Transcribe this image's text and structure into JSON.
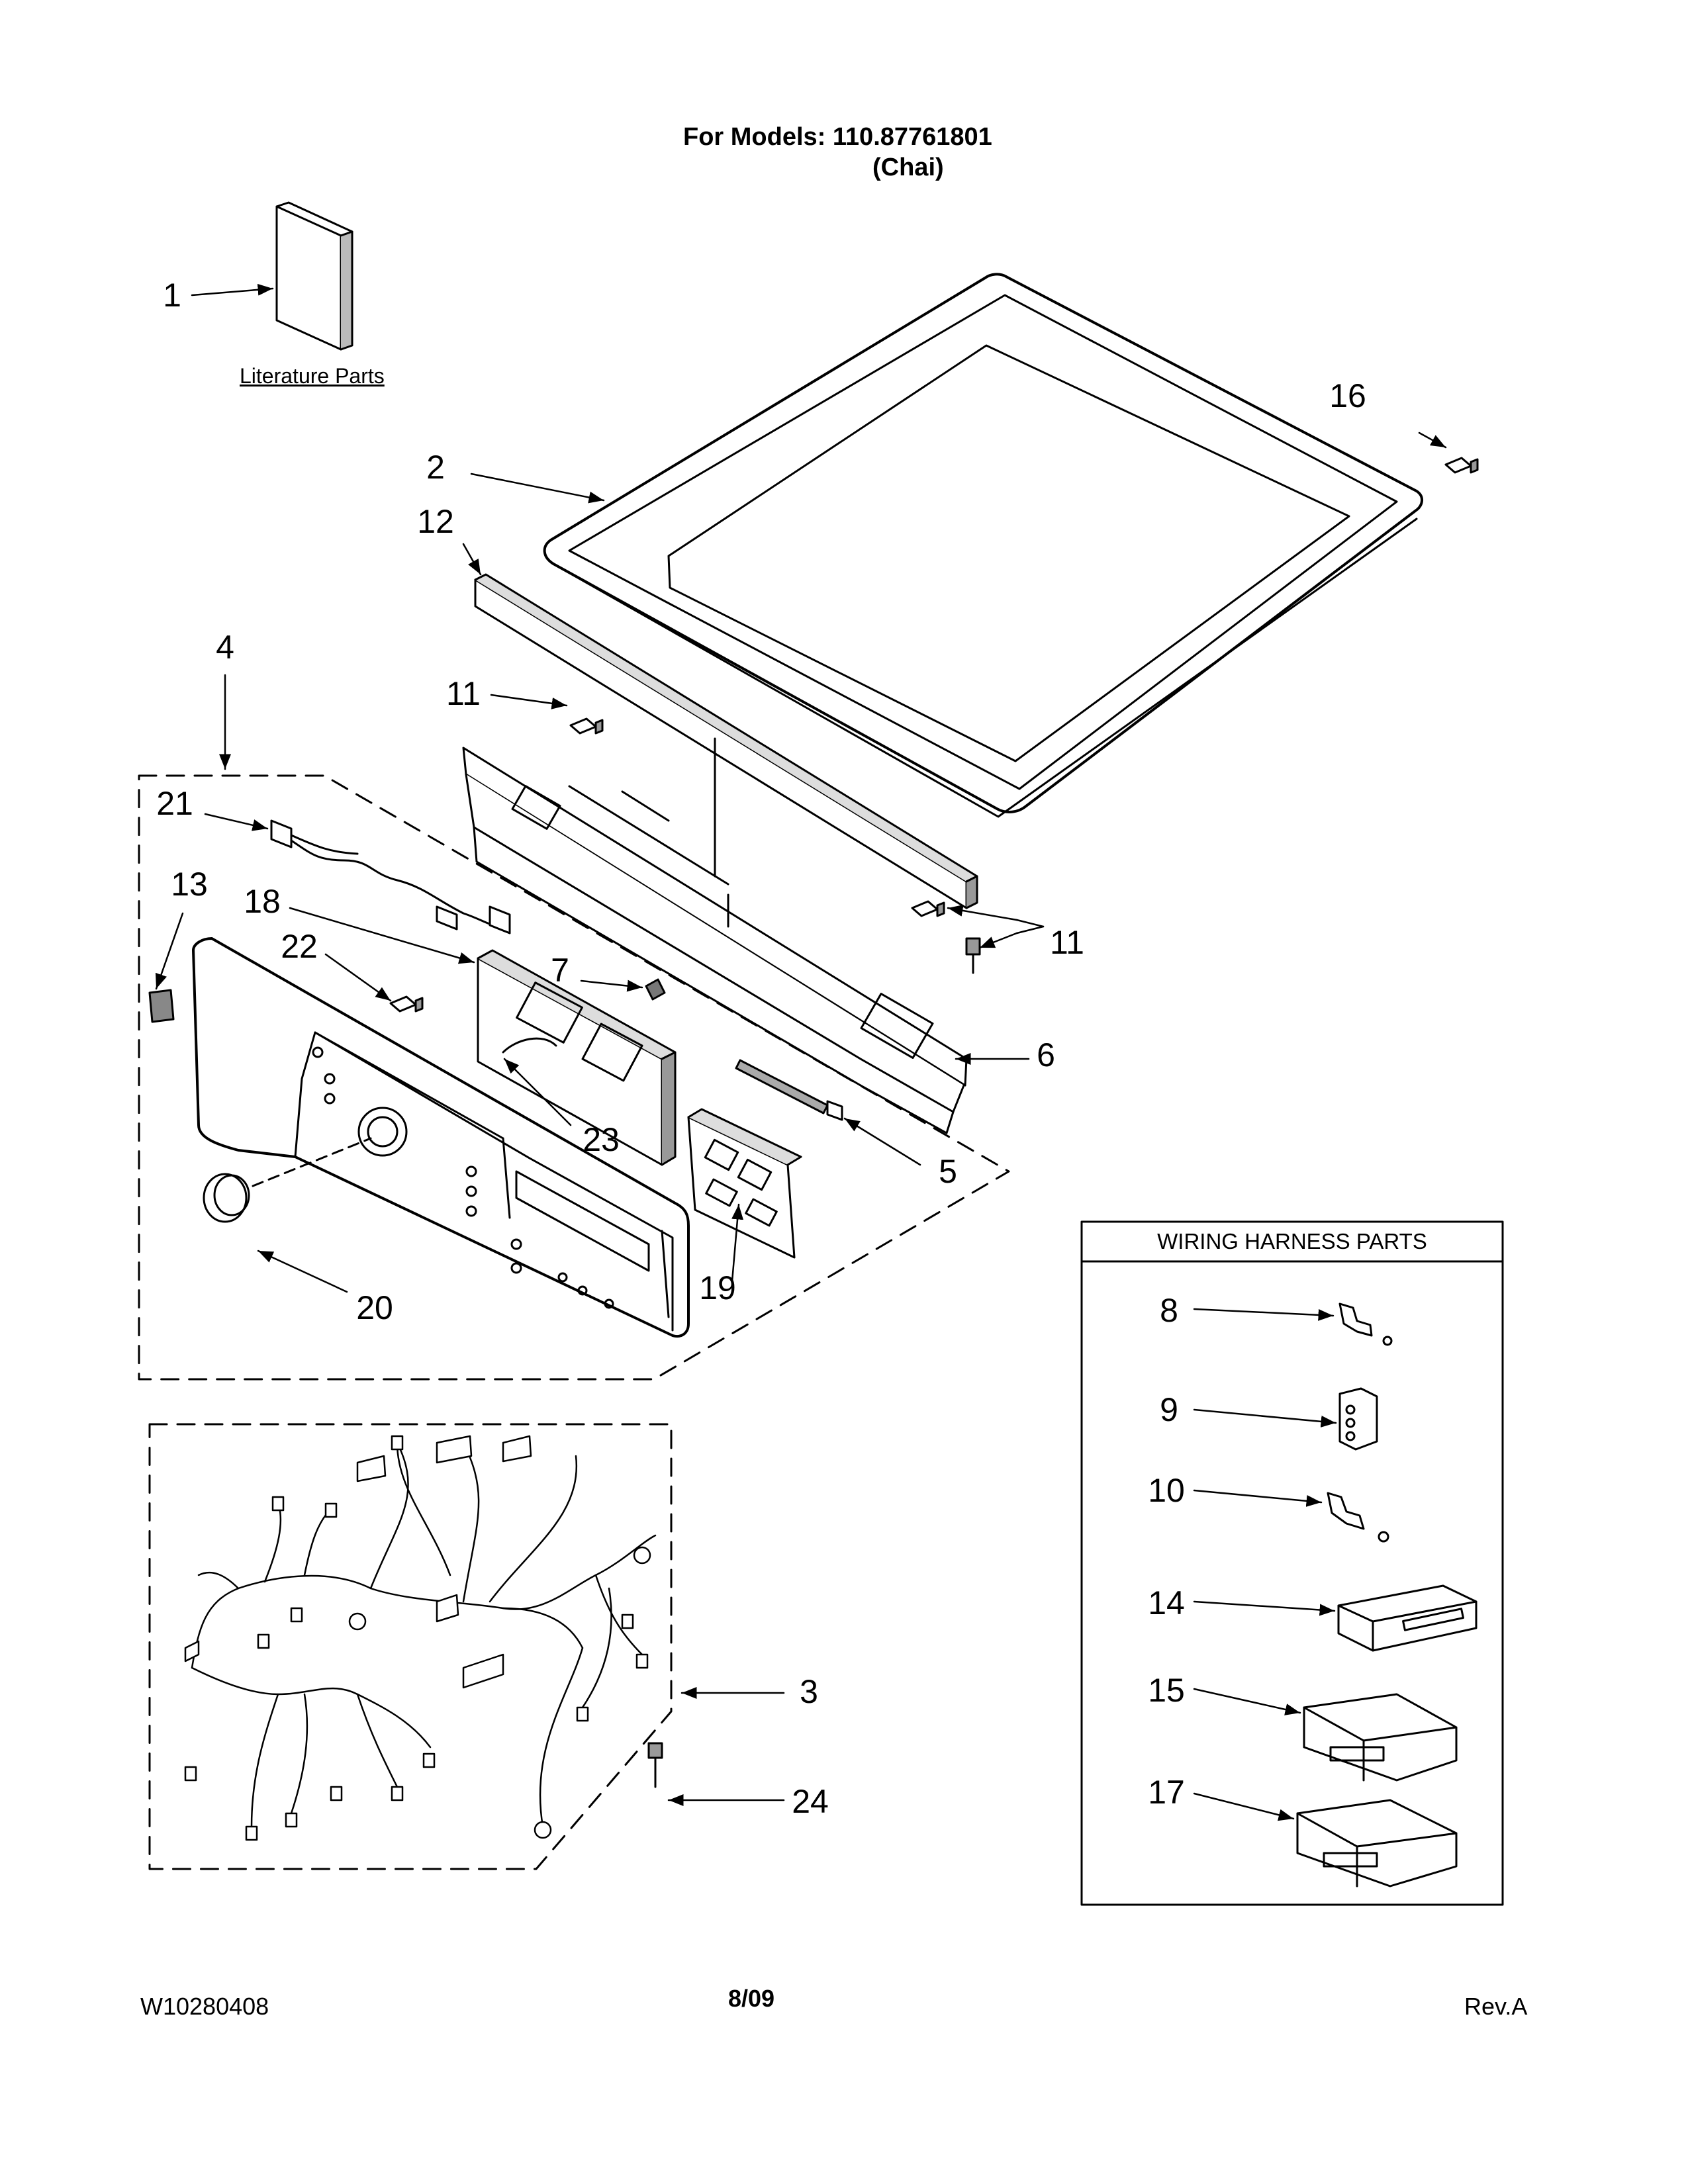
{
  "header": {
    "models_line": "For Models: 110.87761801",
    "variant": "(Chai)"
  },
  "literature_label": "Literature Parts",
  "wiring_box": {
    "title": "WIRING HARNESS PARTS"
  },
  "callouts": {
    "c1": "1",
    "c2": "2",
    "c3": "3",
    "c4": "4",
    "c5": "5",
    "c6": "6",
    "c7": "7",
    "c8": "8",
    "c9": "9",
    "c10": "10",
    "c11a": "11",
    "c11b": "11",
    "c12": "12",
    "c13": "13",
    "c14": "14",
    "c15": "15",
    "c16": "16",
    "c17": "17",
    "c18": "18",
    "c19": "19",
    "c20": "20",
    "c21": "21",
    "c22": "22",
    "c23": "23",
    "c24": "24"
  },
  "footer": {
    "doc_number": "W10280408",
    "date": "8/09",
    "revision": "Rev.A"
  },
  "colors": {
    "ink": "#000000",
    "background": "#ffffff"
  }
}
